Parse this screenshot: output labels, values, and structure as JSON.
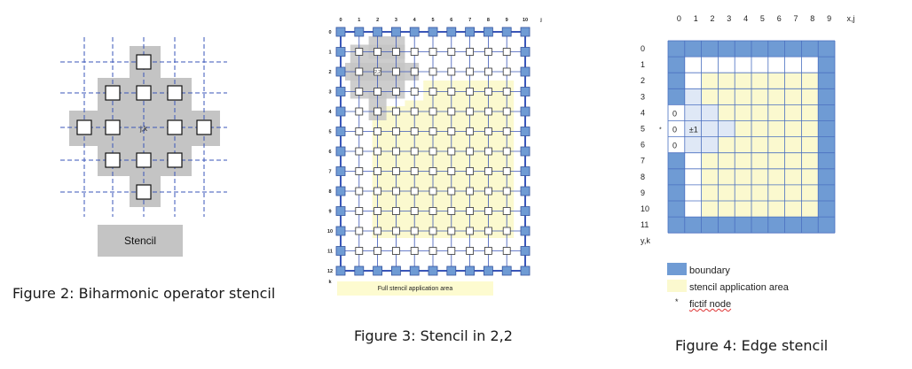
{
  "figure2": {
    "caption": "Figure 2: Biharmonic operator stencil",
    "center_label": "j,k",
    "stencil_label": "Stencil"
  },
  "figure3": {
    "caption": "Figure 3: Stencil in 2,2",
    "col_labels": [
      "0",
      "1",
      "2",
      "3",
      "4",
      "5",
      "6",
      "7",
      "8",
      "9",
      "10",
      "j"
    ],
    "row_labels": [
      "0",
      "1",
      "2",
      "3",
      "4",
      "5",
      "6",
      "7",
      "8",
      "9",
      "10",
      "11",
      "12",
      "k"
    ],
    "node_label": "2,2",
    "area_label": "Full stencil application area"
  },
  "figure4": {
    "caption": "Figure 4: Edge stencil",
    "col_labels": [
      "0",
      "1",
      "2",
      "3",
      "4",
      "5",
      "6",
      "7",
      "8",
      "9",
      "x,j"
    ],
    "row_labels": [
      "0",
      "1",
      "2",
      "3",
      "4",
      "5",
      "6",
      "7",
      "8",
      "9",
      "10",
      "11",
      "y,k"
    ],
    "cell_values": [
      "0",
      "0",
      "±1",
      "0"
    ],
    "fictif_marker": "*",
    "legend": [
      {
        "label": "boundary",
        "color": "#6f9bd4"
      },
      {
        "label": "stencil application area",
        "color": "#fbf9cf"
      },
      {
        "label": "fictif node",
        "marker": "*"
      }
    ]
  },
  "colors": {
    "boundary_blue": "#6f9bd4",
    "grid_blue": "#3a56b8",
    "stencil_gray": "#c4c4c4",
    "area_yellow": "#fbf9cf",
    "light_blue": "#dfe8f6"
  }
}
